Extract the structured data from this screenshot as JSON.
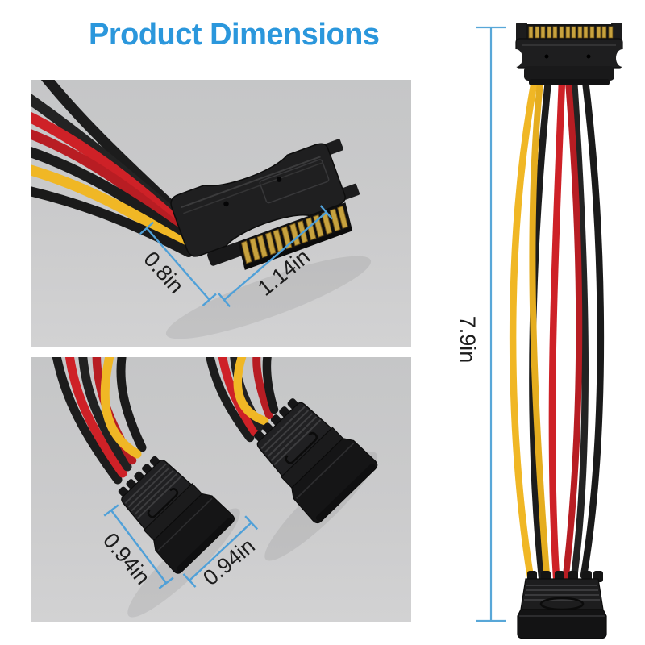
{
  "title": {
    "text": "Product Dimensions"
  },
  "figures": {
    "male_connector_closeup": {
      "illustration": "sata-male-connector",
      "dimension_labels": {
        "width": "0.8in",
        "length": "1.14in"
      }
    },
    "female_connectors_closeup": {
      "illustration": "dual-sata-female-connectors",
      "dimension_labels": {
        "left": "0.94in",
        "right": "0.94in"
      }
    },
    "full_cable": {
      "illustration": "sata-power-splitter-cable",
      "dimension_labels": {
        "length": "7.9in"
      }
    }
  },
  "colors": {
    "title_blue": "#2b97dc",
    "dimension_line_blue": "#4fa0d8",
    "label_text": "#1c1c1c",
    "panel_gray": "#c9c9ca",
    "wire_red": "#ce2127",
    "wire_yellow": "#f0b725",
    "wire_black": "#1c1c1c",
    "connector_black": "#1e1e1f",
    "pin_gold": "#c7a23e"
  }
}
